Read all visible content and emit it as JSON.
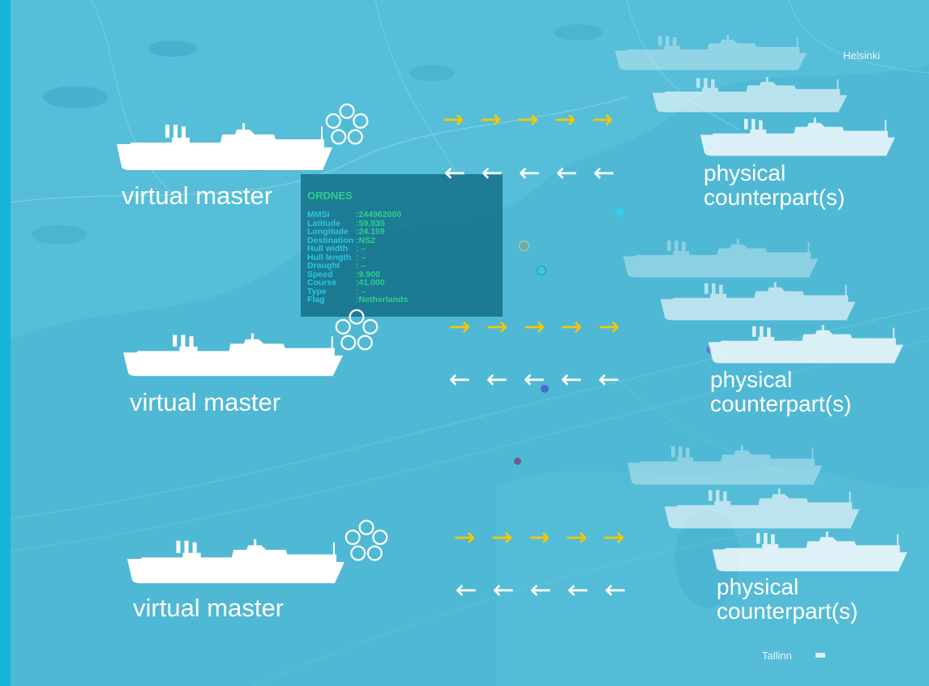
{
  "map": {
    "place_labels": [
      "Helsinki",
      "Tallinn"
    ]
  },
  "groups": [
    {
      "master_label": "virtual master",
      "counterpart_label": "physical\ncounterpart(s)"
    },
    {
      "master_label": "virtual master",
      "counterpart_label": "physical\ncounterpart(s)"
    },
    {
      "master_label": "virtual master",
      "counterpart_label": "physical\ncounterpart(s)"
    }
  ],
  "info_panel": {
    "title": "ORDNES",
    "rows": [
      {
        "key": "MMSI",
        "value": ":244962000"
      },
      {
        "key": "Latitude",
        "value": ":59.935"
      },
      {
        "key": "Longitude",
        "value": ":24.159"
      },
      {
        "key": "Destination",
        "value": ":NS2"
      },
      {
        "key": "Hull width",
        "value": ": –"
      },
      {
        "key": "Hull length",
        "value": ": –"
      },
      {
        "key": "Draught",
        "value": ": –"
      },
      {
        "key": "Speed",
        "value": ":9.900"
      },
      {
        "key": "Course",
        "value": ":41.000"
      },
      {
        "key": "Type",
        "value": ": –"
      },
      {
        "key": "Flag",
        "value": ":Netherlands"
      }
    ]
  },
  "arrows": {
    "right_glyph": "→",
    "left_glyph": "←",
    "count_per_row": 5,
    "right_color": "#f4c800",
    "left_color": "#ffffff"
  },
  "colors": {
    "frame": "#16b3da",
    "sea": "#4fb8d5",
    "ship": "#ffffff",
    "info_title": "#2ecf8e",
    "info_key": "#2ec6e0"
  },
  "icons": [
    "ship-icon",
    "flower-icon",
    "right-arrow-icon",
    "left-arrow-icon"
  ]
}
